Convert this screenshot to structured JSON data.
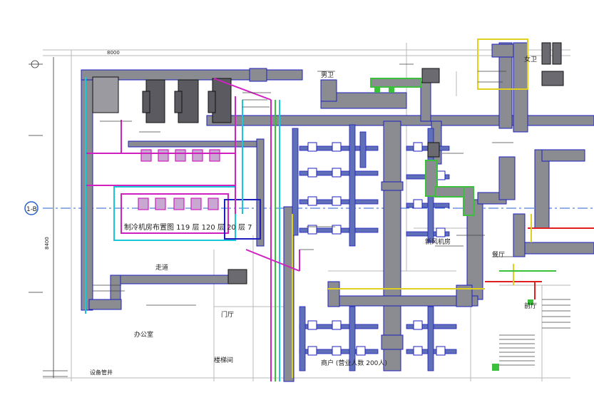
{
  "labels": {
    "grid_marker": "1-B",
    "room_machine": "制冷机房布置图 119 层 120 层 20 层 7",
    "room_toilet": "男卫",
    "room_female": "女卫",
    "room_corridor": "走道",
    "room_stair": "楼梯间",
    "room_lobby": "门厅",
    "room_shop": "商户 (营业人数 200人)",
    "room_dining": "餐厅",
    "room_office": "办公室",
    "room_fresh": "新风机房",
    "room_right": "前厅",
    "room_bottom_left": "设备管井",
    "dim_top": "8000",
    "dim_left": "8400"
  },
  "colors": {
    "duct": "#8a8c92",
    "duct_edge": "#1f1fbf",
    "chiller": "#5a5a60",
    "pipe_magenta": "#d020c0",
    "pipe_cyan": "#18c8d8",
    "pipe_green": "#3ac03a",
    "pipe_yellow": "#e0d020",
    "pipe_red": "#e02020",
    "grid": "#2a5fd0",
    "wall": "#b0b0b0"
  }
}
